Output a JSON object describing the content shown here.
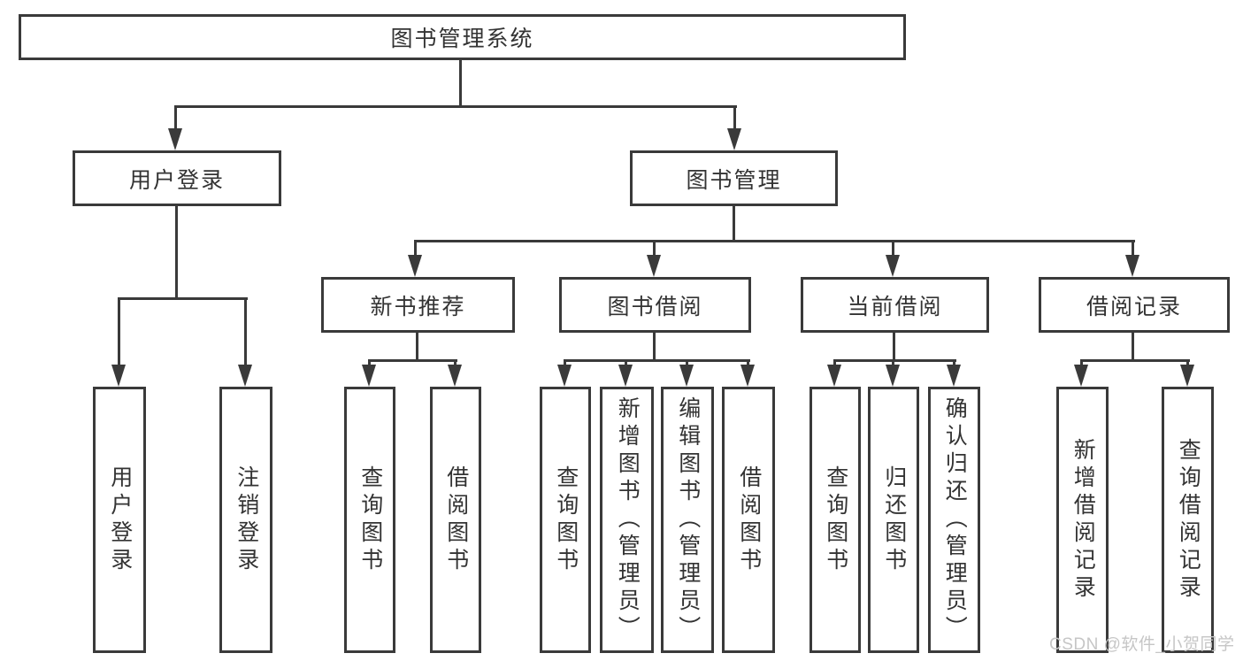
{
  "tree": {
    "label": "图书管理系统",
    "children": [
      {
        "label": "用户登录",
        "children": [
          {
            "label": "用户登录"
          },
          {
            "label": "注销登录"
          }
        ]
      },
      {
        "label": "图书管理",
        "children": [
          {
            "label": "新书推荐",
            "children": [
              {
                "label": "查询图书"
              },
              {
                "label": "借阅图书"
              }
            ]
          },
          {
            "label": "图书借阅",
            "children": [
              {
                "label": "查询图书"
              },
              {
                "label": "新增图书（管理员）"
              },
              {
                "label": "编辑图书（管理员）"
              },
              {
                "label": "借阅图书"
              }
            ]
          },
          {
            "label": "当前借阅",
            "children": [
              {
                "label": "查询图书"
              },
              {
                "label": "归还图书"
              },
              {
                "label": "确认归还（管理员）"
              }
            ]
          },
          {
            "label": "借阅记录",
            "children": [
              {
                "label": "新增借阅记录"
              },
              {
                "label": "查询借阅记录"
              }
            ]
          }
        ]
      }
    ]
  },
  "watermark": {
    "text": "CSDN @软件_小贺同学"
  },
  "colors": {
    "line": "#3a3a3a",
    "text": "#333333",
    "watermark": "#c6c6c6",
    "background": "#ffffff"
  }
}
